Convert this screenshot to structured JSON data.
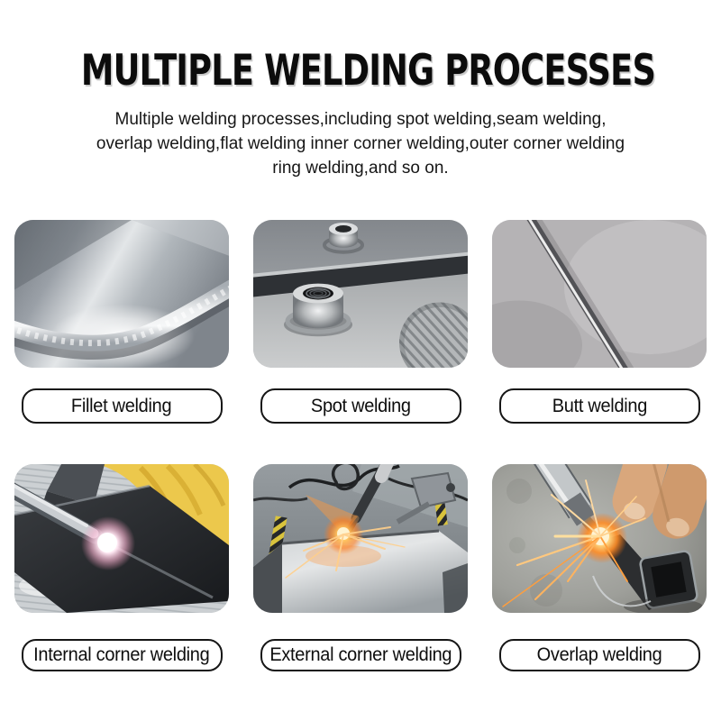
{
  "header": {
    "title": "MULTIPLE WELDING PROCESSES",
    "subtitle_lines": [
      "Multiple welding processes,including spot welding,seam welding,",
      "overlap welding,flat welding inner corner welding,outer corner welding",
      "ring welding,and so on."
    ]
  },
  "processes": [
    {
      "id": "fillet",
      "label": "Fillet welding",
      "photo_alt": "Close-up of a fillet weld seam running across a stainless steel sheet"
    },
    {
      "id": "spot",
      "label": "Spot welding",
      "photo_alt": "Threaded standoff nuts spot-welded onto stacked metal plates, with weld-seam inset"
    },
    {
      "id": "butt",
      "label": "Butt welding",
      "photo_alt": "Thin metal rod butt weld lying diagonally on a gray surface"
    },
    {
      "id": "internal",
      "label": "Internal corner welding",
      "photo_alt": "Gloved hand guiding a handheld laser torch glowing inside an internal corner"
    },
    {
      "id": "external",
      "label": "External corner welding",
      "photo_alt": "Fixtured torch throwing orange sparks on the external corner of a metal box"
    },
    {
      "id": "overlap",
      "label": "Overlap welding",
      "photo_alt": "Hand holding square tube while a laser welding pen bursts sparks on the overlap joint"
    }
  ],
  "colors": {
    "background": "#ffffff",
    "title_text": "#0c0c0c",
    "body_text": "#161616",
    "button_border": "#161616",
    "button_background": "#ffffff",
    "glove_yellow": "#ecc84c",
    "spark_orange": "#ff8d26"
  }
}
